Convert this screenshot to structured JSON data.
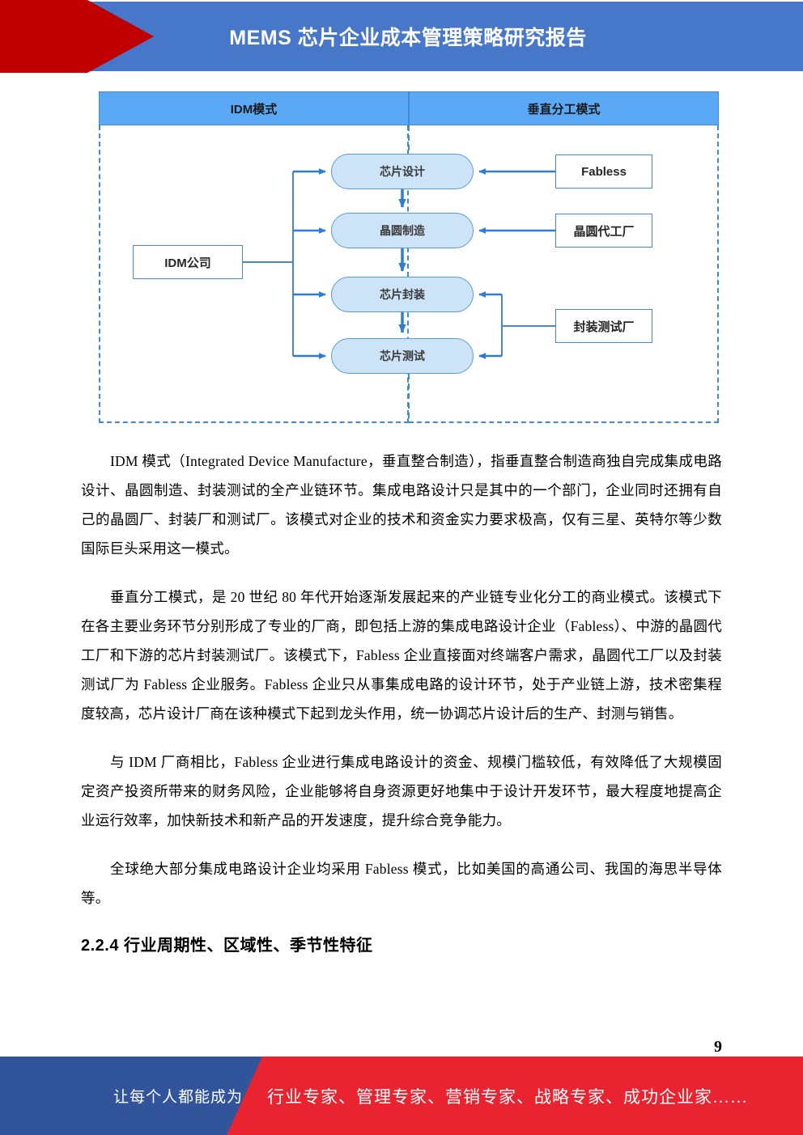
{
  "header": {
    "title": "MEMS 芯片企业成本管理策略研究报告",
    "blue": "#4677C8",
    "red": "#C00000"
  },
  "diagram": {
    "columns": [
      {
        "label": "IDM模式"
      },
      {
        "label": "垂直分工模式"
      }
    ],
    "process_nodes": [
      {
        "label": "芯片设计"
      },
      {
        "label": "晶圆制造"
      },
      {
        "label": "芯片封装"
      },
      {
        "label": "芯片测试"
      }
    ],
    "idm_company": "IDM公司",
    "external_nodes": [
      {
        "label": "Fabless"
      },
      {
        "label": "晶圆代工厂"
      },
      {
        "label": "封装测试厂"
      }
    ],
    "colors": {
      "header_fill": "#5BA8F5",
      "node_fill": "#CCE3F8",
      "node_stroke": "#5B9BD5",
      "dashed_border": "#3C8AD8",
      "arrow": "#4A86C8"
    }
  },
  "content": {
    "paragraphs": [
      "IDM 模式（Integrated Device Manufacture，垂直整合制造），指垂直整合制造商独自完成集成电路设计、晶圆制造、封装测试的全产业链环节。集成电路设计只是其中的一个部门，企业同时还拥有自己的晶圆厂、封装厂和测试厂。该模式对企业的技术和资金实力要求极高，仅有三星、英特尔等少数国际巨头采用这一模式。",
      "垂直分工模式，是 20 世纪 80 年代开始逐渐发展起来的产业链专业化分工的商业模式。该模式下在各主要业务环节分别形成了专业的厂商，即包括上游的集成电路设计企业（Fabless）、中游的晶圆代工厂和下游的芯片封装测试厂。该模式下，Fabless 企业直接面对终端客户需求，晶圆代工厂以及封装测试厂为 Fabless 企业服务。Fabless 企业只从事集成电路的设计环节，处于产业链上游，技术密集程度较高，芯片设计厂商在该种模式下起到龙头作用，统一协调芯片设计后的生产、封测与销售。",
      "与 IDM 厂商相比，Fabless 企业进行集成电路设计的资金、规模门槛较低，有效降低了大规模固定资产投资所带来的财务风险，企业能够将自身资源更好地集中于设计开发环节，最大程度地提高企业运行效率，加快新技术和新产品的开发速度，提升综合竞争能力。",
      "全球绝大部分集成电路设计企业均采用 Fabless 模式，比如美国的高通公司、我国的海思半导体等。"
    ],
    "heading": "2.2.4 行业周期性、区域性、季节性特征"
  },
  "page_number": "9",
  "footer": {
    "left_text": "让每个人都能成为",
    "right_text": "行业专家、管理专家、营销专家、战略专家、成功企业家……",
    "blue": "#32549B",
    "red": "#EA2330"
  }
}
